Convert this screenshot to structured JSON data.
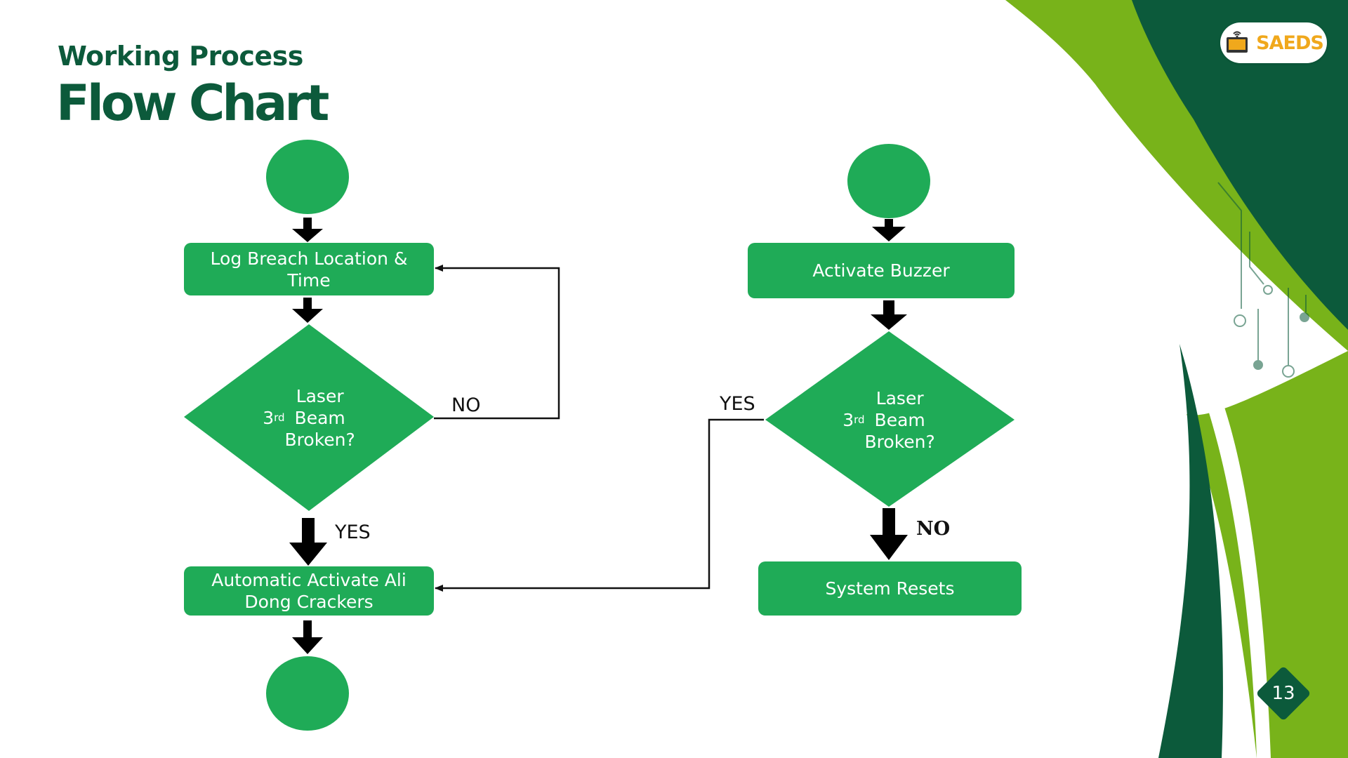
{
  "header": {
    "subtitle": "Working Process",
    "title": "Flow Chart"
  },
  "logo": {
    "text": "SAEDS",
    "icon": "wifi-monitor-icon"
  },
  "page_number": "13",
  "colors": {
    "node_green": "#1fab57",
    "dark_green": "#0c5a3b",
    "lime_green": "#78b31a",
    "logo_gold": "#f0a81c"
  },
  "flow_left": {
    "log_breach": "Log Breach Location &\nTime",
    "decision": "3rd Laser\nBeam\nBroken?",
    "activate_crackers": "Automatic Activate Ali\nDong Crackers",
    "label_no": "NO",
    "label_yes": "YES"
  },
  "flow_right": {
    "activate_buzzer": "Activate Buzzer",
    "decision": "3rd Laser\nBeam\nBroken?",
    "system_resets": "System Resets",
    "label_yes": "YES",
    "label_no": "NO"
  }
}
